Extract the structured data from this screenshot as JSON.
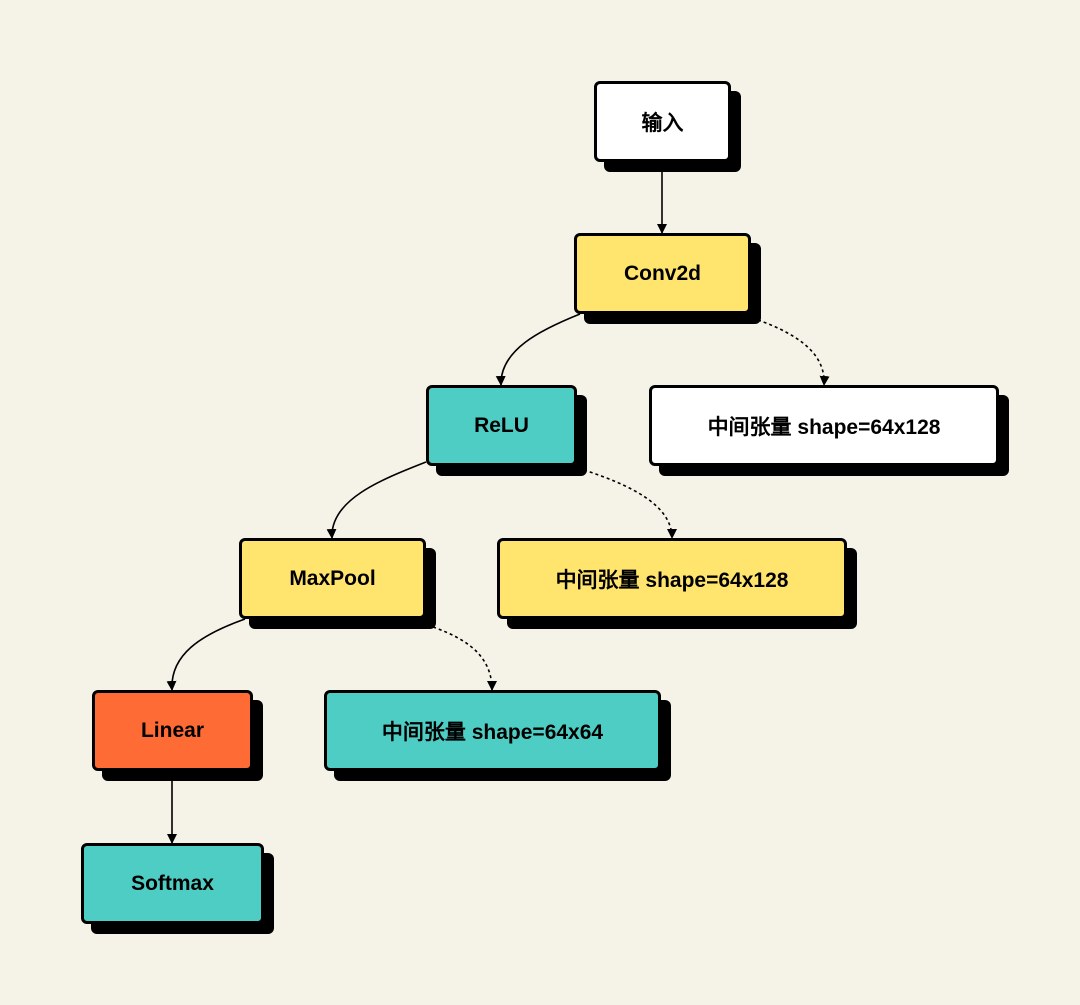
{
  "colors": {
    "background": "#f5f3e8",
    "white": "#ffffff",
    "yellow": "#ffe46e",
    "teal": "#4ecdc4",
    "orange": "#ff6b35",
    "outline": "#000000"
  },
  "nodes": {
    "input": {
      "label": "输入",
      "color": "#ffffff"
    },
    "conv2d": {
      "label": "Conv2d",
      "color": "#ffe46e"
    },
    "t1": {
      "label": "中间张量 shape=64x128",
      "color": "#ffffff"
    },
    "relu": {
      "label": "ReLU",
      "color": "#4ecdc4"
    },
    "t2": {
      "label": "中间张量 shape=64x128",
      "color": "#ffe46e"
    },
    "maxpool": {
      "label": "MaxPool",
      "color": "#ffe46e"
    },
    "t3": {
      "label": "中间张量 shape=64x64",
      "color": "#4ecdc4"
    },
    "linear": {
      "label": "Linear",
      "color": "#ff6b35"
    },
    "softmax": {
      "label": "Softmax",
      "color": "#4ecdc4"
    }
  },
  "edges": [
    {
      "from": "input",
      "to": "conv2d",
      "style": "solid"
    },
    {
      "from": "conv2d",
      "to": "relu",
      "style": "solid"
    },
    {
      "from": "conv2d",
      "to": "t1",
      "style": "dotted"
    },
    {
      "from": "relu",
      "to": "maxpool",
      "style": "solid"
    },
    {
      "from": "relu",
      "to": "t2",
      "style": "dotted"
    },
    {
      "from": "maxpool",
      "to": "linear",
      "style": "solid"
    },
    {
      "from": "maxpool",
      "to": "t3",
      "style": "dotted"
    },
    {
      "from": "linear",
      "to": "softmax",
      "style": "solid"
    }
  ]
}
